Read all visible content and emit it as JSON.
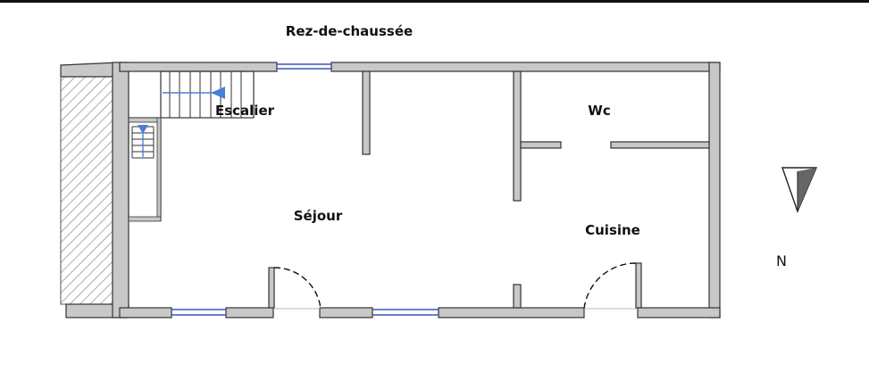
{
  "plan": {
    "title": "Rez-de-chaussée",
    "rooms": {
      "escalier": "Escalier",
      "wc": "Wc",
      "sejour": "Séjour",
      "cuisine": "Cuisine"
    },
    "north_label": "N"
  },
  "colors": {
    "wall_fill": "#c8c8c8",
    "wall_stroke": "#333333",
    "window": "#3b57b8",
    "stair_arrow": "#4a7fd8",
    "hatch": "#888888"
  }
}
